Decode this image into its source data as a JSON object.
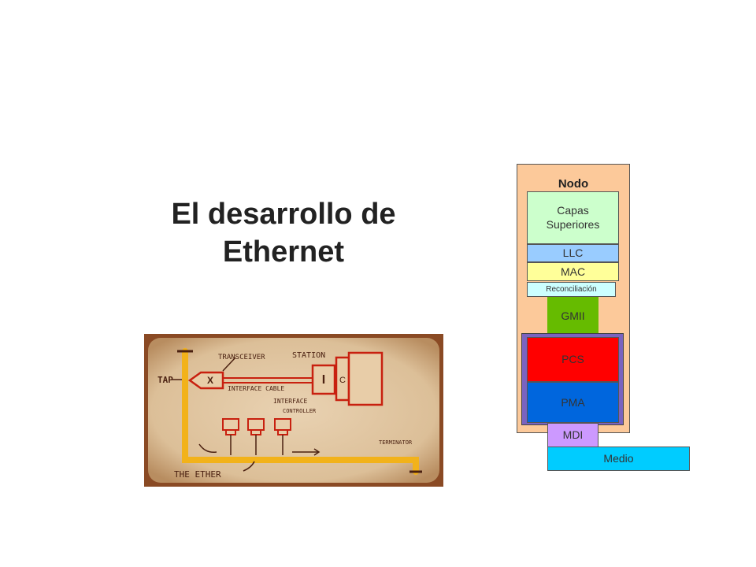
{
  "title": {
    "line1": "El desarrollo de",
    "line2": "Ethernet"
  },
  "sketch": {
    "labels": {
      "transceiver": "TRANSCEIVER",
      "station": "STATION",
      "tap": "TAP",
      "interface_cable": "INTERFACE CABLE",
      "interface_controller_1": "INTERFACE",
      "interface_controller_2": "CONTROLLER",
      "terminator": "TERMINATOR",
      "the_ether": "THE ETHER",
      "x": "X",
      "i": "I",
      "c": "C"
    }
  },
  "stack": {
    "node": "Nodo",
    "upper_1": "Capas",
    "upper_2": "Superiores",
    "llc": "LLC",
    "mac": "MAC",
    "reconciliation": "Reconciliación",
    "gmii": "GMII",
    "pcs": "PCS",
    "pma": "PMA",
    "mdi": "MDI",
    "medium": "Medio"
  },
  "colors": {
    "node_bg": "#fcc99a",
    "upper_bg": "#ccffcc",
    "llc_bg": "#99ccff",
    "mac_bg": "#ffff99",
    "rec_bg": "#ccffff",
    "gmii_bg": "#66bb00",
    "phy_frame": "#7a63c0",
    "pcs_bg": "#ff0000",
    "pma_bg": "#0066dd",
    "mdi_bg": "#cc99ff",
    "medium_bg": "#00ccff"
  }
}
